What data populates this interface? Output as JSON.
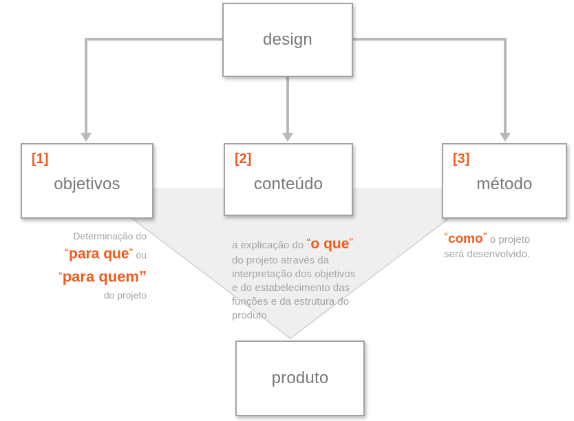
{
  "boxes": {
    "design": {
      "label": "design"
    },
    "objetivos": {
      "number": "[1]",
      "label": "objetivos"
    },
    "conteudo": {
      "number": "[2]",
      "label": "conteúdo"
    },
    "metodo": {
      "number": "[3]",
      "label": "método"
    },
    "produto": {
      "label": "produto"
    }
  },
  "annotations": {
    "objetivos": {
      "line1": "Determinação do",
      "open_quote1": "“",
      "highlight1": "para que",
      "close_quote1": "”",
      "suffix1": " ou",
      "open_quote2": "“",
      "highlight2": "para quem”",
      "line4": "do projeto"
    },
    "conteudo": {
      "prefix": "a explicação do ",
      "open_quote": "“",
      "highlight": "o que",
      "close_quote": "”",
      "lines": {
        "0": "do projeto através da",
        "1": "interpretação dos objetivos",
        "2": "e do estabelecimento das",
        "3": "funções e da estrutura do",
        "4": "produto"
      }
    },
    "metodo": {
      "open_quote": "“",
      "highlight": "como",
      "close_quote": "”",
      "suffix": " o projeto",
      "line2": "será desenvolvido."
    }
  },
  "colors": {
    "accent_orange": "#f2591c",
    "box_label_gray": "#787878",
    "annotation_gray": "#a5a5a5",
    "connector_gray": "#b9b9b9",
    "funnel_fill": "#efefef"
  }
}
